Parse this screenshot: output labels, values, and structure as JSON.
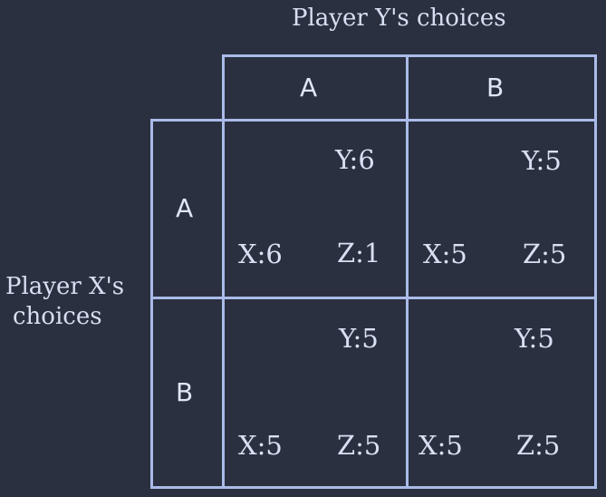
{
  "labels": {
    "player_y": "Player Y's choices",
    "player_x_line1": "Player X's",
    "player_x_line2": "choices"
  },
  "columns": [
    "A",
    "B"
  ],
  "rows": [
    "A",
    "B"
  ],
  "cells": [
    [
      {
        "y": "Y:6",
        "x": "X:6",
        "z": "Z:1"
      },
      {
        "y": "Y:5",
        "x": "X:5",
        "z": "Z:5"
      }
    ],
    [
      {
        "y": "Y:5",
        "x": "X:5",
        "z": "Z:5"
      },
      {
        "y": "Y:5",
        "x": "X:5",
        "z": "Z:5"
      }
    ]
  ],
  "colors": {
    "background": "#2b3040",
    "grid": "#a9bbe8",
    "text": "#d7dff2"
  }
}
